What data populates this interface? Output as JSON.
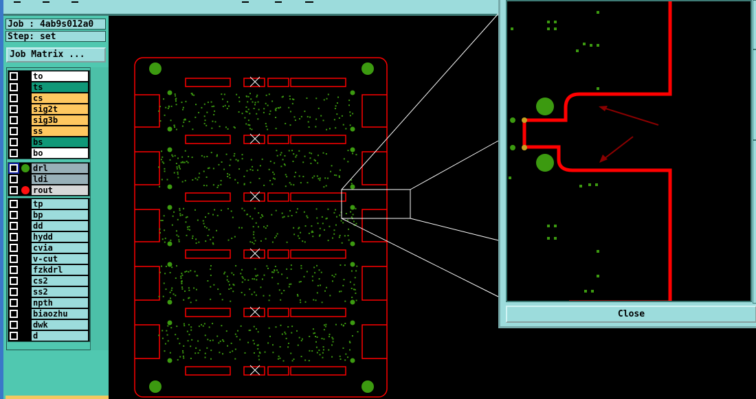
{
  "job": {
    "label": "Job : 4ab9s012a0",
    "step": "Step: set"
  },
  "job_matrix_button": "Job Matrix ...",
  "layers": {
    "board": [
      {
        "name": "to",
        "color": "#ffffff"
      },
      {
        "name": "ts",
        "color": "#109878"
      },
      {
        "name": "cs",
        "color": "#ffc860"
      },
      {
        "name": "sig2t",
        "color": "#ffc860"
      },
      {
        "name": "sig3b",
        "color": "#ffc860"
      },
      {
        "name": "ss",
        "color": "#ffc860"
      },
      {
        "name": "bs",
        "color": "#109878"
      },
      {
        "name": "bo",
        "color": "#ffffff"
      }
    ],
    "drill": [
      {
        "name": "drl",
        "color": "#98b0b8",
        "indicator": "#3a9a10",
        "active": true
      },
      {
        "name": "ldi",
        "color": "#98b0b8"
      },
      {
        "name": "rout",
        "color": "#d8d8d8",
        "indicator": "#ff1010"
      }
    ],
    "misc": [
      {
        "name": "tp"
      },
      {
        "name": "bp"
      },
      {
        "name": "dd"
      },
      {
        "name": "hydd"
      },
      {
        "name": "cvia"
      },
      {
        "name": "v-cut"
      },
      {
        "name": "fzkdrl"
      },
      {
        "name": "cs2"
      },
      {
        "name": "ss2"
      },
      {
        "name": "npth"
      },
      {
        "name": "biaozhu"
      },
      {
        "name": "dwk"
      },
      {
        "name": "d"
      }
    ]
  },
  "popup": {
    "close_label": "Close"
  },
  "colors": {
    "rout": "#ff0000",
    "pad": "#3c9a10",
    "arrow": "#8b0000"
  }
}
